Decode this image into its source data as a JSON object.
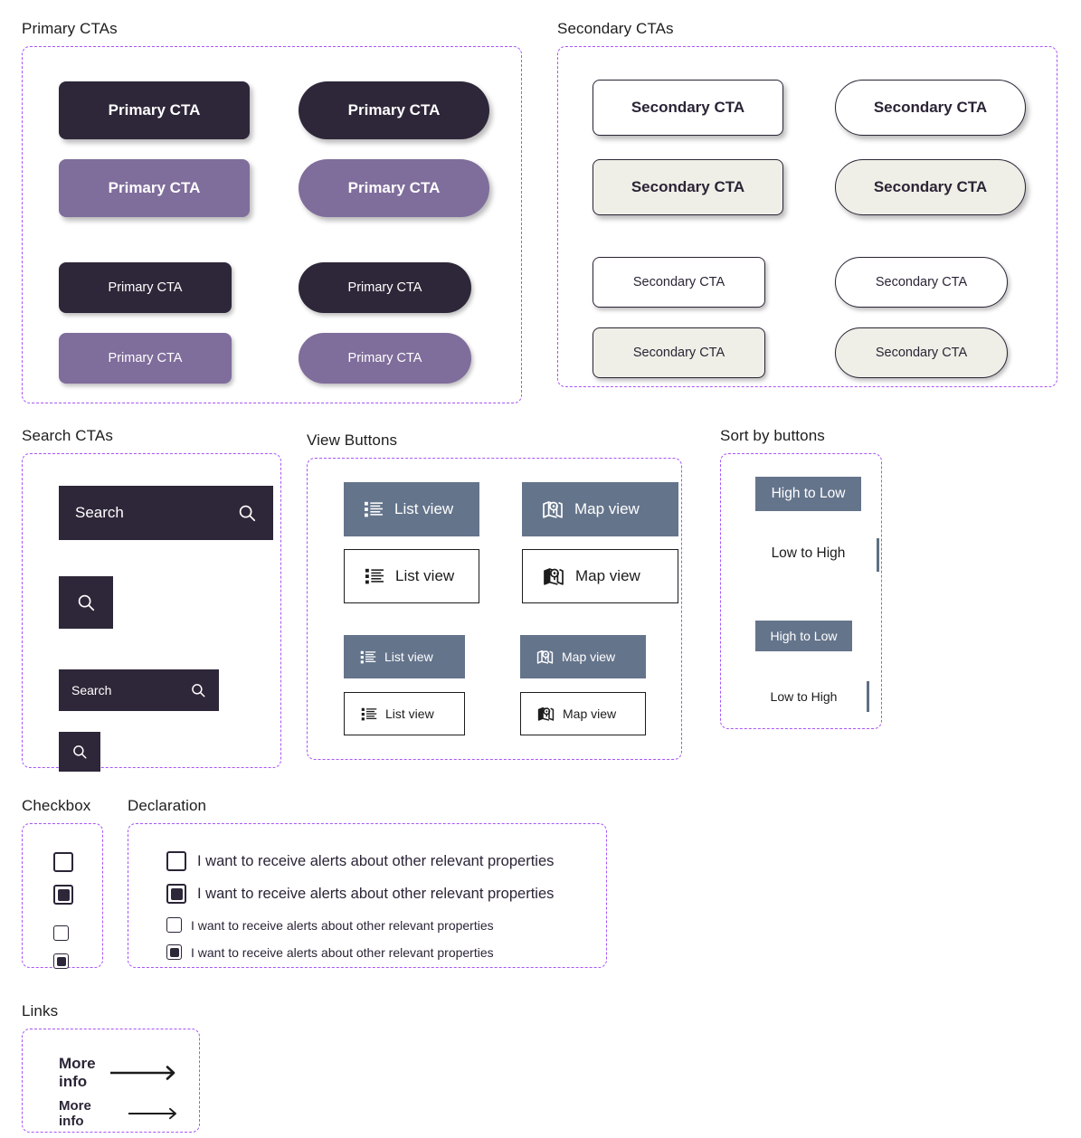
{
  "sections": {
    "primary": {
      "label": "Primary CTAs",
      "buttons": [
        {
          "label": "Primary CTA",
          "variant": "dark",
          "shape": "square",
          "size": "large"
        },
        {
          "label": "Primary CTA",
          "variant": "dark",
          "shape": "pill",
          "size": "large"
        },
        {
          "label": "Primary CTA",
          "variant": "purple",
          "shape": "square",
          "size": "large"
        },
        {
          "label": "Primary CTA",
          "variant": "purple",
          "shape": "pill",
          "size": "large"
        },
        {
          "label": "Primary CTA",
          "variant": "dark",
          "shape": "square",
          "size": "small"
        },
        {
          "label": "Primary CTA",
          "variant": "dark",
          "shape": "pill",
          "size": "small"
        },
        {
          "label": "Primary CTA",
          "variant": "purple",
          "shape": "square",
          "size": "small"
        },
        {
          "label": "Primary CTA",
          "variant": "purple",
          "shape": "pill",
          "size": "small"
        }
      ]
    },
    "secondary": {
      "label": "Secondary CTAs",
      "buttons": [
        {
          "label": "Secondary CTA",
          "variant": "white",
          "shape": "square",
          "size": "large"
        },
        {
          "label": "Secondary CTA",
          "variant": "white",
          "shape": "pill",
          "size": "large"
        },
        {
          "label": "Secondary CTA",
          "variant": "cream",
          "shape": "square",
          "size": "large"
        },
        {
          "label": "Secondary CTA",
          "variant": "cream",
          "shape": "pill",
          "size": "large"
        },
        {
          "label": "Secondary CTA",
          "variant": "white",
          "shape": "square",
          "size": "small"
        },
        {
          "label": "Secondary CTA",
          "variant": "white",
          "shape": "pill",
          "size": "small"
        },
        {
          "label": "Secondary CTA",
          "variant": "cream",
          "shape": "square",
          "size": "small"
        },
        {
          "label": "Secondary CTA",
          "variant": "cream",
          "shape": "pill",
          "size": "small"
        }
      ]
    },
    "search": {
      "label": "Search CTAs",
      "fields": [
        {
          "label": "Search",
          "size": "large",
          "icon": "search-icon"
        },
        {
          "label": "",
          "size": "large",
          "icon": "search-icon"
        },
        {
          "label": "Search",
          "size": "small",
          "icon": "search-icon"
        },
        {
          "label": "",
          "size": "small",
          "icon": "search-icon"
        }
      ]
    },
    "view": {
      "label": "View Buttons",
      "buttons": [
        {
          "label": "List view",
          "icon": "list-view-icon",
          "variant": "filled",
          "size": "large"
        },
        {
          "label": "Map view",
          "icon": "map-view-icon",
          "variant": "filled",
          "size": "large"
        },
        {
          "label": "List view",
          "icon": "list-view-icon",
          "variant": "outlined",
          "size": "large"
        },
        {
          "label": "Map view",
          "icon": "map-view-icon",
          "variant": "outlined",
          "size": "large"
        },
        {
          "label": "List view",
          "icon": "list-view-icon",
          "variant": "filled",
          "size": "small"
        },
        {
          "label": "Map view",
          "icon": "map-view-icon",
          "variant": "filled",
          "size": "small"
        },
        {
          "label": "List view",
          "icon": "list-view-icon",
          "variant": "outlined",
          "size": "small"
        },
        {
          "label": "Map view",
          "icon": "map-view-icon",
          "variant": "outlined",
          "size": "small"
        }
      ]
    },
    "sort": {
      "label": "Sort by buttons",
      "buttons": [
        {
          "label": "High to Low",
          "variant": "filled",
          "size": "large",
          "divider": false
        },
        {
          "label": "Low to High",
          "variant": "plain",
          "size": "large",
          "divider": true
        },
        {
          "label": "High to Low",
          "variant": "filled",
          "size": "small",
          "divider": false
        },
        {
          "label": "Low to High",
          "variant": "plain",
          "size": "small",
          "divider": true
        }
      ]
    },
    "checkbox": {
      "label": "Checkbox",
      "items": [
        {
          "checked": false,
          "size": "large"
        },
        {
          "checked": true,
          "size": "large"
        },
        {
          "checked": false,
          "size": "small"
        },
        {
          "checked": true,
          "size": "small"
        }
      ]
    },
    "declaration": {
      "label": "Declaration",
      "items": [
        {
          "text": "I want to receive alerts about other relevant properties",
          "checked": false,
          "size": "large"
        },
        {
          "text": "I want to receive alerts about other relevant properties",
          "checked": true,
          "size": "large"
        },
        {
          "text": "I want to receive alerts about other relevant properties",
          "checked": false,
          "size": "small"
        },
        {
          "text": "I want to receive alerts about other relevant properties",
          "checked": true,
          "size": "small"
        }
      ]
    },
    "links": {
      "label": "Links",
      "items": [
        {
          "label": "More info",
          "icon": "arrow-right-icon",
          "size": "large"
        },
        {
          "label": "More info",
          "icon": "arrow-right-icon",
          "size": "small"
        }
      ]
    }
  },
  "colors": {
    "dark": "#2e2739",
    "purple": "#7f6d9b",
    "cream": "#efefe7",
    "slate": "#64748b",
    "divider": "#5f7082",
    "dashed_border": "#a855f7",
    "white": "#ffffff"
  }
}
